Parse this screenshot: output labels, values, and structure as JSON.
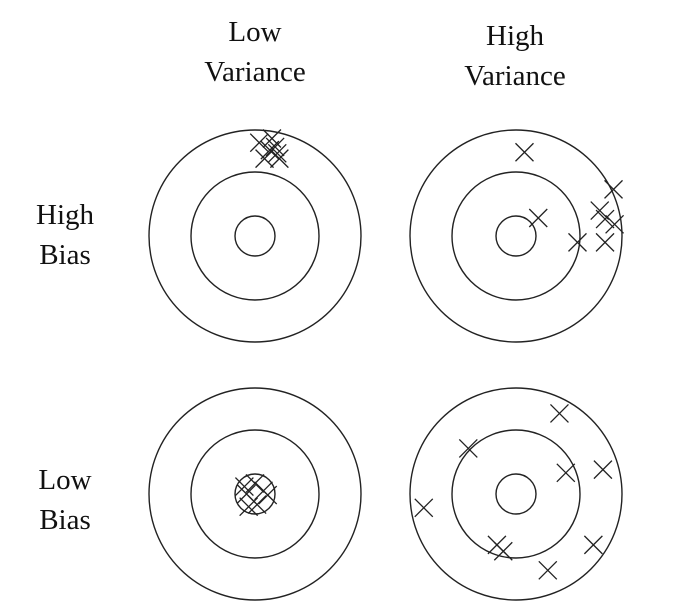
{
  "column_headers": [
    {
      "line1": "Low",
      "line2": "Variance"
    },
    {
      "line1": "High",
      "line2": "Variance"
    }
  ],
  "row_headers": [
    {
      "line1": "High",
      "line2": "Bias"
    },
    {
      "line1": "Low",
      "line2": "Bias"
    }
  ],
  "stroke_color": "#222222",
  "mark_symbol": "cross",
  "targets": [
    {
      "row": "High Bias",
      "column": "Low Variance",
      "rings": 3,
      "hits": [
        [
          -0.92,
          0.16
        ],
        [
          -0.84,
          0.19
        ],
        [
          -0.88,
          0.04
        ],
        [
          -0.73,
          0.09
        ],
        [
          -0.78,
          0.21
        ],
        [
          -0.73,
          0.23
        ],
        [
          -0.81,
          0.14
        ]
      ]
    },
    {
      "row": "High Bias",
      "column": "High Variance",
      "rings": 3,
      "hits": [
        [
          -0.24,
          0.79
        ],
        [
          -0.16,
          0.84
        ],
        [
          -0.44,
          0.92
        ],
        [
          -0.11,
          0.93
        ],
        [
          0.06,
          0.84
        ],
        [
          -0.17,
          0.21
        ],
        [
          0.06,
          0.58
        ],
        [
          -0.79,
          0.08
        ]
      ]
    },
    {
      "row": "Low Bias",
      "column": "Low Variance",
      "rings": 3,
      "hits": [
        [
          -0.1,
          0.0
        ],
        [
          0.1,
          0.02
        ],
        [
          0.0,
          -0.08
        ],
        [
          0.01,
          0.12
        ],
        [
          -0.07,
          -0.1
        ],
        [
          0.12,
          -0.06
        ],
        [
          -0.03,
          0.08
        ]
      ]
    },
    {
      "row": "Low Bias",
      "column": "High Variance",
      "rings": 3,
      "hits": [
        [
          -0.76,
          0.41
        ],
        [
          -0.23,
          0.82
        ],
        [
          -0.2,
          0.47
        ],
        [
          0.48,
          0.73
        ],
        [
          0.72,
          0.3
        ],
        [
          0.54,
          -0.12
        ],
        [
          0.48,
          -0.18
        ],
        [
          -0.43,
          -0.45
        ],
        [
          0.13,
          -0.87
        ]
      ]
    }
  ]
}
